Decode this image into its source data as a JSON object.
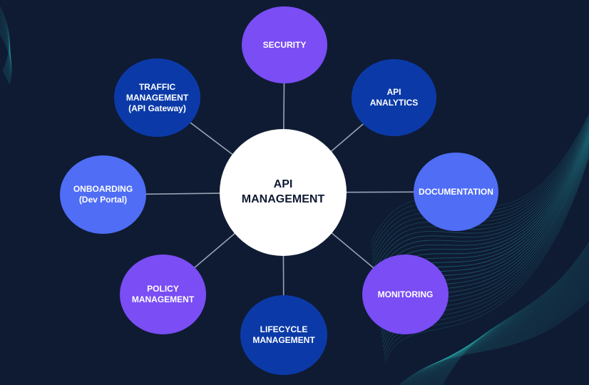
{
  "hub": {
    "lines": [
      "API",
      "MANAGEMENT"
    ]
  },
  "nodes": [
    {
      "id": "security",
      "lines": [
        "SECURITY"
      ],
      "color": "#7a4df5"
    },
    {
      "id": "api-analytics",
      "lines": [
        "API",
        "ANALYTICS"
      ],
      "color": "#0b3aa8"
    },
    {
      "id": "documentation",
      "lines": [
        "DOCUMENTATION"
      ],
      "color": "#4f6df5"
    },
    {
      "id": "monitoring",
      "lines": [
        "MONITORING"
      ],
      "color": "#7a4df5"
    },
    {
      "id": "lifecycle-management",
      "lines": [
        "LIFECYCLE",
        "MANAGEMENT"
      ],
      "color": "#0b3aa8"
    },
    {
      "id": "policy-management",
      "lines": [
        "POLICY",
        "MANAGEMENT"
      ],
      "color": "#7a4df5"
    },
    {
      "id": "onboarding",
      "lines": [
        "ONBOARDING",
        "(Dev Portal)"
      ],
      "color": "#4f6df5"
    },
    {
      "id": "traffic-management",
      "lines": [
        "TRAFFIC",
        "MANAGEMENT",
        "(API Gateway)"
      ],
      "color": "#0b3aa8"
    }
  ],
  "colors": {
    "background": "#0f1b33",
    "connector": "#9aa3b5",
    "wave": "#2ec4c0"
  }
}
